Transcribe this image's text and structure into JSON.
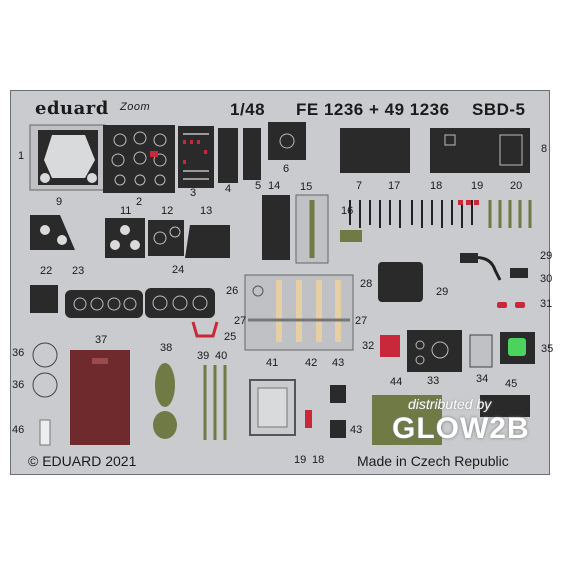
{
  "brand": "eduard",
  "brand_sub": "Zoom",
  "scale": "1/48",
  "code": "FE 1236 + 49 1236",
  "model": "SBD-5",
  "copyright": "© EDUARD 2021",
  "origin": "Made in Czech Republic",
  "watermark": {
    "line1": "distributed by",
    "line2": "GLOW2B"
  },
  "part_numbers": [
    "1",
    "2",
    "3",
    "4",
    "5",
    "6",
    "7",
    "8",
    "9",
    "11",
    "12",
    "13",
    "14",
    "15",
    "16",
    "17",
    "18",
    "19",
    "20",
    "22",
    "23",
    "24",
    "25",
    "26",
    "27",
    "27",
    "28",
    "29",
    "29",
    "30",
    "31",
    "32",
    "33",
    "34",
    "35",
    "36",
    "36",
    "37",
    "38",
    "39",
    "40",
    "41",
    "42",
    "43",
    "43",
    "44",
    "45",
    "46",
    "19",
    "18"
  ],
  "colors": {
    "fret": "#c9cbce",
    "panel": "#2a2a2a",
    "olive": "#6f7a45",
    "red": "#c8283a",
    "maroon": "#6e2a2c",
    "tan": "#e6cfa5",
    "green": "#4bd35d"
  }
}
